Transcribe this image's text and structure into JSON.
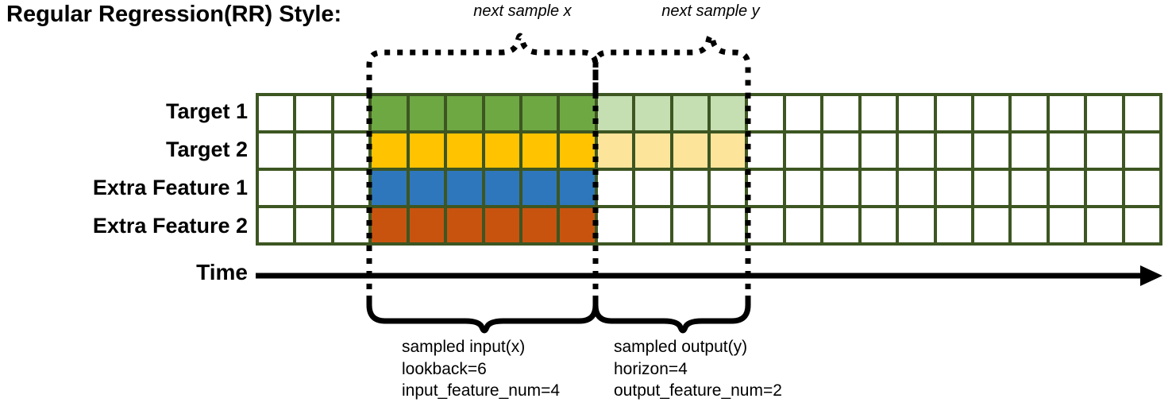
{
  "title": "Regular Regression(RR) Style:",
  "top_annotations": {
    "next_sample_x": "next sample x",
    "next_sample_y": "next sample y"
  },
  "row_labels": [
    "Target 1",
    "Target 2",
    "Extra Feature 1",
    "Extra Feature 2"
  ],
  "axis": {
    "time_label": "Time",
    "arrow_icon": "right-arrow-icon"
  },
  "captions": {
    "input": {
      "line1": "sampled input(x)",
      "line2": "lookback=6",
      "line3": "input_feature_num=4"
    },
    "output": {
      "line1": "sampled output(y)",
      "line2": "horizon=4",
      "line3": "output_feature_num=2"
    }
  },
  "colors": {
    "grid_border": "#3d5622",
    "target1": "#6ea843",
    "target2": "#ffc300",
    "extra_feature1": "#2e77bc",
    "extra_feature2": "#c8530f",
    "target1_light": "#c5dfb3",
    "target2_light": "#fce49b",
    "empty": "#ffffff",
    "ink": "#000000"
  },
  "chart_data": {
    "type": "heatmap",
    "title": "Regular Regression(RR) Style:",
    "columns": 24,
    "rows": 4,
    "row_names": [
      "Target 1",
      "Target 2",
      "Extra Feature 1",
      "Extra Feature 2"
    ],
    "lead_empty_columns": 3,
    "lookback": 6,
    "horizon": 4,
    "input_feature_num": 4,
    "output_feature_num": 2,
    "input_window_columns": [
      3,
      4,
      5,
      6,
      7,
      8
    ],
    "output_window_columns": [
      9,
      10,
      11,
      12
    ],
    "trailing_empty_columns": 11,
    "cell_fill": [
      [
        "empty",
        "empty",
        "empty",
        "target1",
        "target1",
        "target1",
        "target1",
        "target1",
        "target1",
        "target1_light",
        "target1_light",
        "target1_light",
        "target1_light",
        "empty",
        "empty",
        "empty",
        "empty",
        "empty",
        "empty",
        "empty",
        "empty",
        "empty",
        "empty",
        "empty"
      ],
      [
        "empty",
        "empty",
        "empty",
        "target2",
        "target2",
        "target2",
        "target2",
        "target2",
        "target2",
        "target2_light",
        "target2_light",
        "target2_light",
        "target2_light",
        "empty",
        "empty",
        "empty",
        "empty",
        "empty",
        "empty",
        "empty",
        "empty",
        "empty",
        "empty",
        "empty"
      ],
      [
        "empty",
        "empty",
        "empty",
        "extra_feature1",
        "extra_feature1",
        "extra_feature1",
        "extra_feature1",
        "extra_feature1",
        "extra_feature1",
        "empty",
        "empty",
        "empty",
        "empty",
        "empty",
        "empty",
        "empty",
        "empty",
        "empty",
        "empty",
        "empty",
        "empty",
        "empty",
        "empty",
        "empty"
      ],
      [
        "empty",
        "empty",
        "empty",
        "extra_feature2",
        "extra_feature2",
        "extra_feature2",
        "extra_feature2",
        "extra_feature2",
        "extra_feature2",
        "empty",
        "empty",
        "empty",
        "empty",
        "empty",
        "empty",
        "empty",
        "empty",
        "empty",
        "empty",
        "empty",
        "empty",
        "empty",
        "empty",
        "empty"
      ]
    ],
    "xlabel": "Time",
    "ylabel": "",
    "grid": true,
    "legend": []
  }
}
